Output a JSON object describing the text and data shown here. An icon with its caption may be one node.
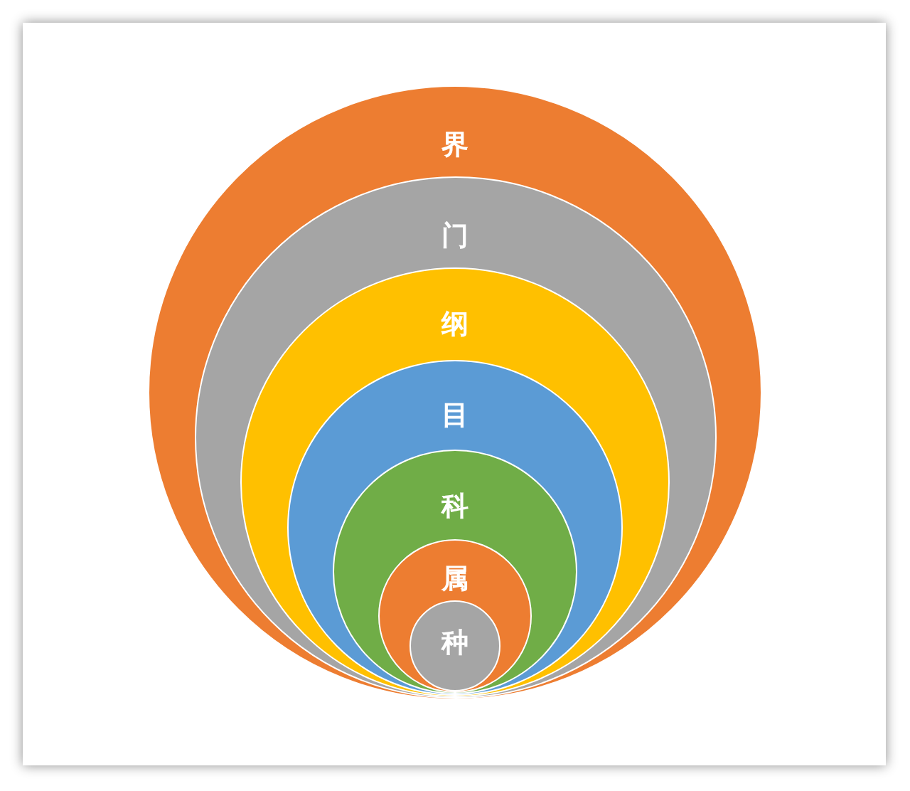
{
  "diagram": {
    "nodes": [
      {
        "text": [
          "界"
        ]
      },
      {
        "text": [
          "门"
        ],
        "in": 0
      },
      {
        "text": [
          "纲"
        ],
        "in": 1
      },
      {
        "text": [
          "目"
        ],
        "in": 2
      },
      {
        "text": [
          "科"
        ],
        "in": 3
      },
      {
        "text": [
          "属"
        ],
        "in": 4
      },
      {
        "text": [
          "种"
        ],
        "in": 5
      }
    ]
  }
}
